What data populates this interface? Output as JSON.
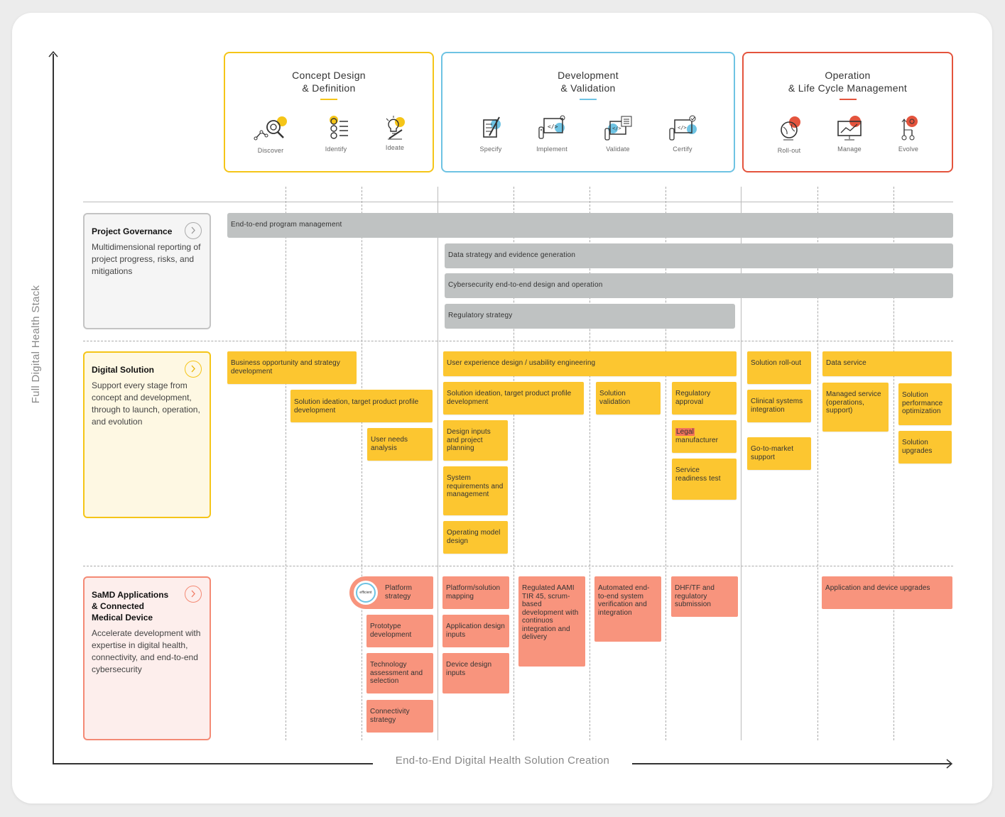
{
  "colors": {
    "yellow_accent": "#f5c518",
    "blue_accent": "#6ec3e3",
    "red_accent": "#e4543d",
    "gray_bar": "#bfc2c2",
    "yellow_box": "#fcc630",
    "salmon_box": "#f8947d"
  },
  "axes": {
    "y_label": "Full Digital Health Stack",
    "x_label": "End-to-End Digital Health Solution Creation"
  },
  "phases": [
    {
      "title_line1": "Concept Design",
      "title_line2": "& Definition",
      "steps": [
        {
          "label": "Discover",
          "icon": "magnifier-chart-icon"
        },
        {
          "label": "Identify",
          "icon": "checklist-icon"
        },
        {
          "label": "Ideate",
          "icon": "lightbulb-pencil-icon"
        }
      ]
    },
    {
      "title_line1": "Development",
      "title_line2": "& Validation",
      "steps": [
        {
          "label": "Specify",
          "icon": "document-pencil-icon"
        },
        {
          "label": "Implement",
          "icon": "code-monitor-gear-icon"
        },
        {
          "label": "Validate",
          "icon": "code-monitor-checklist-icon"
        },
        {
          "label": "Certify",
          "icon": "code-monitor-check-icon"
        }
      ]
    },
    {
      "title_line1": "Operation",
      "title_line2": "& Life Cycle Management",
      "steps": [
        {
          "label": "Roll-out",
          "icon": "globe-arrow-icon"
        },
        {
          "label": "Manage",
          "icon": "monitor-chart-icon"
        },
        {
          "label": "Evolve",
          "icon": "branch-arrow-icon"
        }
      ]
    }
  ],
  "rows": {
    "governance": {
      "title": "Project Governance",
      "description": "Multidimensional reporting of project progress, risks, and mitigations",
      "bars": [
        "End-to-end program management",
        "Data strategy and evidence generation",
        "Cybersecurity end-to-end design and operation",
        "Regulatory strategy"
      ]
    },
    "digital": {
      "title": "Digital Solution",
      "description": "Support every stage from concept and development, through to launch, operation, and evolution",
      "boxes": {
        "business": "Business opportunity and strategy development",
        "ideation1": "Solution ideation, target product profile development",
        "user_needs": "User needs analysis",
        "ux": "User experience design / usability engineering",
        "ideation2": "Solution ideation, target product profile development",
        "design_inputs": "Design inputs and project planning",
        "sysreq": "System requirements and management",
        "opmodel": "Operating model design",
        "validation": "Solution validation",
        "reg_approval": "Regulatory approval",
        "legal_word": "Legal",
        "manufacturer": "manufacturer",
        "service_test": "Service readiness test",
        "rollout": "Solution roll-out",
        "clinical": "Clinical systems integration",
        "gtm": "Go-to-market support",
        "data_service": "Data service",
        "managed": "Managed service (operations, support)",
        "perf": "Solution performance optimization",
        "upgrades": "Solution upgrades"
      }
    },
    "samd": {
      "title_line1": "SaMD Applications",
      "title_line2": "& Connected",
      "title_line3": "Medical Device",
      "description": "Accelerate development with expertise in digital health, connectivity, and end-to-end cybersecurity",
      "badge": "efficient",
      "boxes": {
        "platform": "Platform strategy",
        "prototype": "Prototype development",
        "tech": "Technology assessment and selection",
        "connectivity": "Connectivity strategy",
        "mapping": "Platform/solution mapping",
        "appdesign": "Application design inputs",
        "devicedesign": "Device design inputs",
        "regulated": "Regulated AAMI TIR 45, scrum-based development with continuos integration and delivery",
        "automated": "Automated end-to-end system verification and integration",
        "dhf": "DHF/TF and regulatory submission",
        "appupgrades": "Application and device upgrades"
      }
    }
  }
}
